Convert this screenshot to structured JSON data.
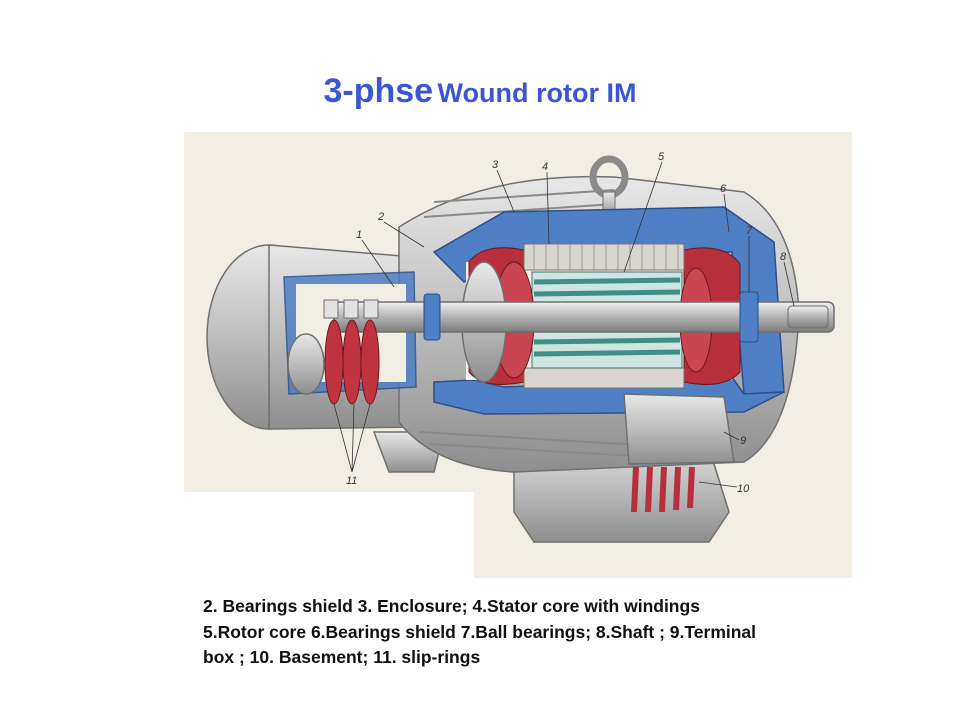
{
  "title": {
    "prefix": "3-phse",
    "rest": "Wound rotor IM"
  },
  "callouts": [
    {
      "id": "1",
      "label": "1"
    },
    {
      "id": "2",
      "label": "2"
    },
    {
      "id": "3",
      "label": "3"
    },
    {
      "id": "4",
      "label": "4"
    },
    {
      "id": "5",
      "label": "5"
    },
    {
      "id": "6",
      "label": "6"
    },
    {
      "id": "7",
      "label": "7"
    },
    {
      "id": "8",
      "label": "8"
    },
    {
      "id": "9",
      "label": "9"
    },
    {
      "id": "10",
      "label": "10"
    },
    {
      "id": "11",
      "label": "11"
    }
  ],
  "caption": {
    "line1": "2. Bearings shield 3. Enclosure; 4.Stator core with windings",
    "line2": "5.Rotor core 6.Bearings shield 7.Ball bearings; 8.Shaft ; 9.Terminal",
    "line3": "box ; 10. Basement; 11. slip-rings"
  },
  "colors": {
    "title": "#3a56d4",
    "housing": "#c9c9c9",
    "cutaway": "#4f7fc4",
    "winding": "#b8303c",
    "rotor_bars": "#3f8f86"
  }
}
